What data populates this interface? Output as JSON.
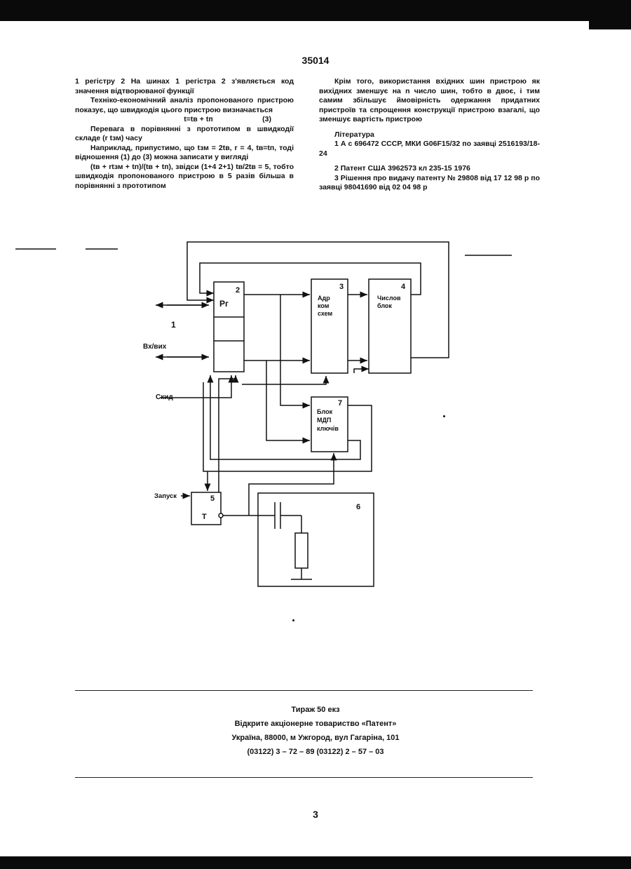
{
  "header": {
    "doc_number": "35014"
  },
  "left_column": [
    "1 регістру 2  На шинах 1 регістра 2 з'являється код значення відтворюваної функції",
    "Техніко-економічний аналіз пропонованого пристрою показує, що швидкодія цього пристрою визначається",
    "t=tв + tп",
    "(3)",
    "Перевага в порівнянні з прототипом в швидкодії складе (r tзм) часу",
    "Наприклад, припустимо, що tзм = 2tв, r = 4, tв=tп, тоді відношення (1) до (3) можна записати у вигляді",
    "(tв + rtзм + tп)/(tв + tп), звідси (1+4  2+1) tв/2tв = 5, тобто швидкодія пропонованого пристрою в 5 разів більша в порівнянні з прототипом"
  ],
  "right_column": [
    "Крім того, використання вхідних шин пристрою як вихідних зменшує на n число шин, тобто в двоє, і тим самим збільшує ймовірність одержання придатних пристроїв та спрощення конструкції пристрою взагалі, що зменшує вартість пристрою",
    "Література",
    "1  А с  696472  СССР,  МКИ  G06F15/32  по заявці 2516193/18-24",
    "2  Патент США 3962573 кл  235-15  1976",
    "3  Рішення про видачу патенту № 29808 від 17 12 98 р  по заявці  98041690 від 02 04 98 р"
  ],
  "diagram": {
    "block2": {
      "num": "2",
      "label": "Рг"
    },
    "block3": {
      "num": "3",
      "lines": [
        "Адр",
        "ком",
        "схем"
      ]
    },
    "block4": {
      "num": "4",
      "lines": [
        "Числов",
        "блок"
      ]
    },
    "block7": {
      "num": "7",
      "lines": [
        "Блок",
        "МДП",
        "ключів"
      ]
    },
    "block5": {
      "num": "5",
      "label": "Т"
    },
    "block6": {
      "num": "6"
    },
    "labels": {
      "bus": "1",
      "io": "Вх/вих",
      "reset": "Скид",
      "start": "Запуск"
    }
  },
  "footer": {
    "lines": [
      "Тираж 50 екз",
      "Відкрите акціонерне товариство «Патент»",
      "Україна, 88000, м  Ужгород, вул  Гагаріна, 101",
      "(03122) 3 – 72 – 89  (03122) 2 – 57 – 03"
    ]
  },
  "page_number": "3"
}
